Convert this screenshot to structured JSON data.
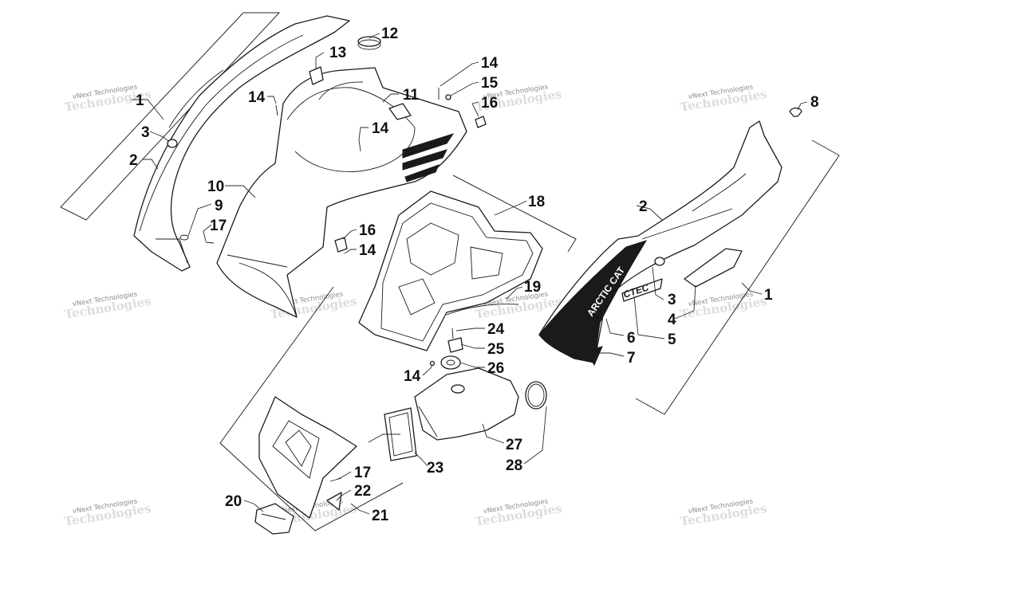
{
  "diagram": {
    "brand_text": "ARCTIC CAT",
    "model_text": "CTEC",
    "watermark_text": "vNext Technologies",
    "callouts": {
      "c1_left": "1",
      "c1_right": "1",
      "c2_left": "2",
      "c2_right": "2",
      "c3_left": "3",
      "c3_right": "3",
      "c4": "4",
      "c5": "5",
      "c6": "6",
      "c7": "7",
      "c8": "8",
      "c9": "9",
      "c10": "10",
      "c11": "11",
      "c12": "12",
      "c13": "13",
      "c14_a": "14",
      "c14_b": "14",
      "c14_c": "14",
      "c14_d": "14",
      "c14_e": "14",
      "c15": "15",
      "c16_a": "16",
      "c16_b": "16",
      "c17_a": "17",
      "c17_b": "17",
      "c18": "18",
      "c19": "19",
      "c20": "20",
      "c21": "21",
      "c22": "22",
      "c23": "23",
      "c24": "24",
      "c25": "25",
      "c26": "26",
      "c27": "27",
      "c28": "28"
    }
  }
}
